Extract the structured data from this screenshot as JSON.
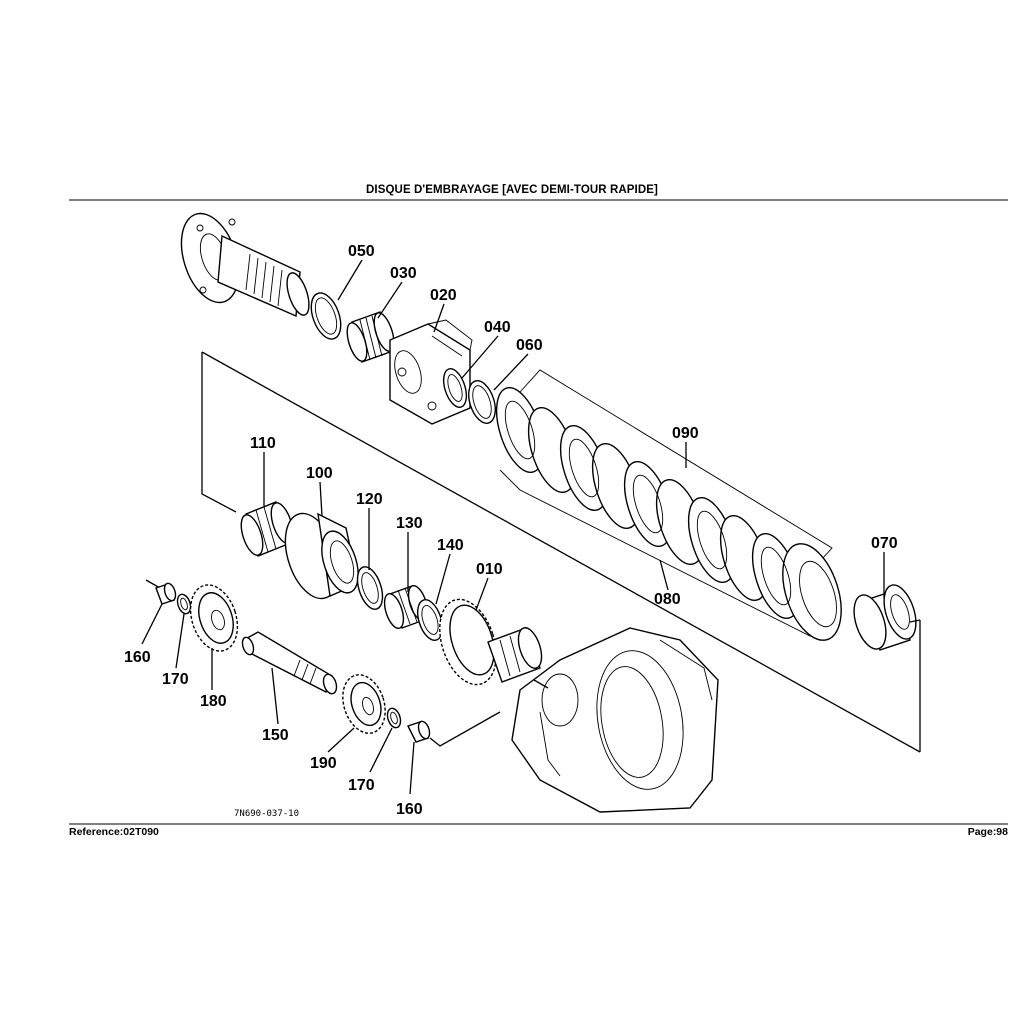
{
  "header": {
    "title": "DISQUE D'EMBRAYAGE   [AVEC DEMI-TOUR RAPIDE]"
  },
  "footer": {
    "reference": "Reference:02T090",
    "page": "Page:98"
  },
  "drawing_number": "7N690-037-10",
  "parts": [
    {
      "id": "part-050",
      "label": "050"
    },
    {
      "id": "part-030",
      "label": "030"
    },
    {
      "id": "part-020",
      "label": "020"
    },
    {
      "id": "part-040",
      "label": "040"
    },
    {
      "id": "part-060",
      "label": "060"
    },
    {
      "id": "part-090",
      "label": "090"
    },
    {
      "id": "part-110",
      "label": "110"
    },
    {
      "id": "part-100",
      "label": "100"
    },
    {
      "id": "part-120",
      "label": "120"
    },
    {
      "id": "part-130",
      "label": "130"
    },
    {
      "id": "part-140",
      "label": "140"
    },
    {
      "id": "part-010",
      "label": "010"
    },
    {
      "id": "part-070",
      "label": "070"
    },
    {
      "id": "part-080",
      "label": "080"
    },
    {
      "id": "part-160-left",
      "label": "160"
    },
    {
      "id": "part-170-left",
      "label": "170"
    },
    {
      "id": "part-180",
      "label": "180"
    },
    {
      "id": "part-150",
      "label": "150"
    },
    {
      "id": "part-190",
      "label": "190"
    },
    {
      "id": "part-170-right",
      "label": "170"
    },
    {
      "id": "part-160-right",
      "label": "160"
    }
  ]
}
